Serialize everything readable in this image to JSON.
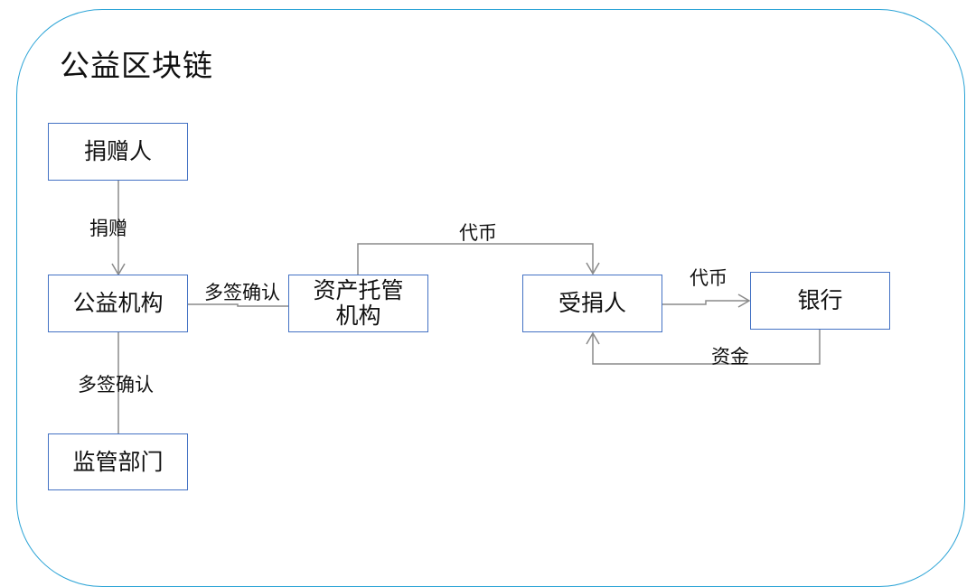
{
  "diagram": {
    "title": "公益区块链",
    "colors": {
      "frame": "#2aa3d6",
      "node_border": "#4472c4",
      "edge": "#8a8a8a",
      "text": "#111111"
    },
    "nodes": {
      "donor": "捐赠人",
      "charity": "公益机构",
      "regulator": "监管部门",
      "custodian_line1": "资产托管",
      "custodian_line2": "机构",
      "recipient": "受捐人",
      "bank": "银行"
    },
    "edges": [
      {
        "from": "捐赠人",
        "to": "公益机构",
        "label": "捐赠",
        "arrow": true
      },
      {
        "from": "公益机构",
        "to": "资产托管机构",
        "label": "多签确认",
        "arrow": false
      },
      {
        "from": "公益机构",
        "to": "监管部门",
        "label": "多签确认",
        "arrow": false
      },
      {
        "from": "资产托管机构",
        "to": "受捐人",
        "label": "代币",
        "arrow": true
      },
      {
        "from": "受捐人",
        "to": "银行",
        "label": "代币",
        "arrow": true
      },
      {
        "from": "银行",
        "to": "受捐人",
        "label": "资金",
        "arrow": true
      }
    ]
  }
}
